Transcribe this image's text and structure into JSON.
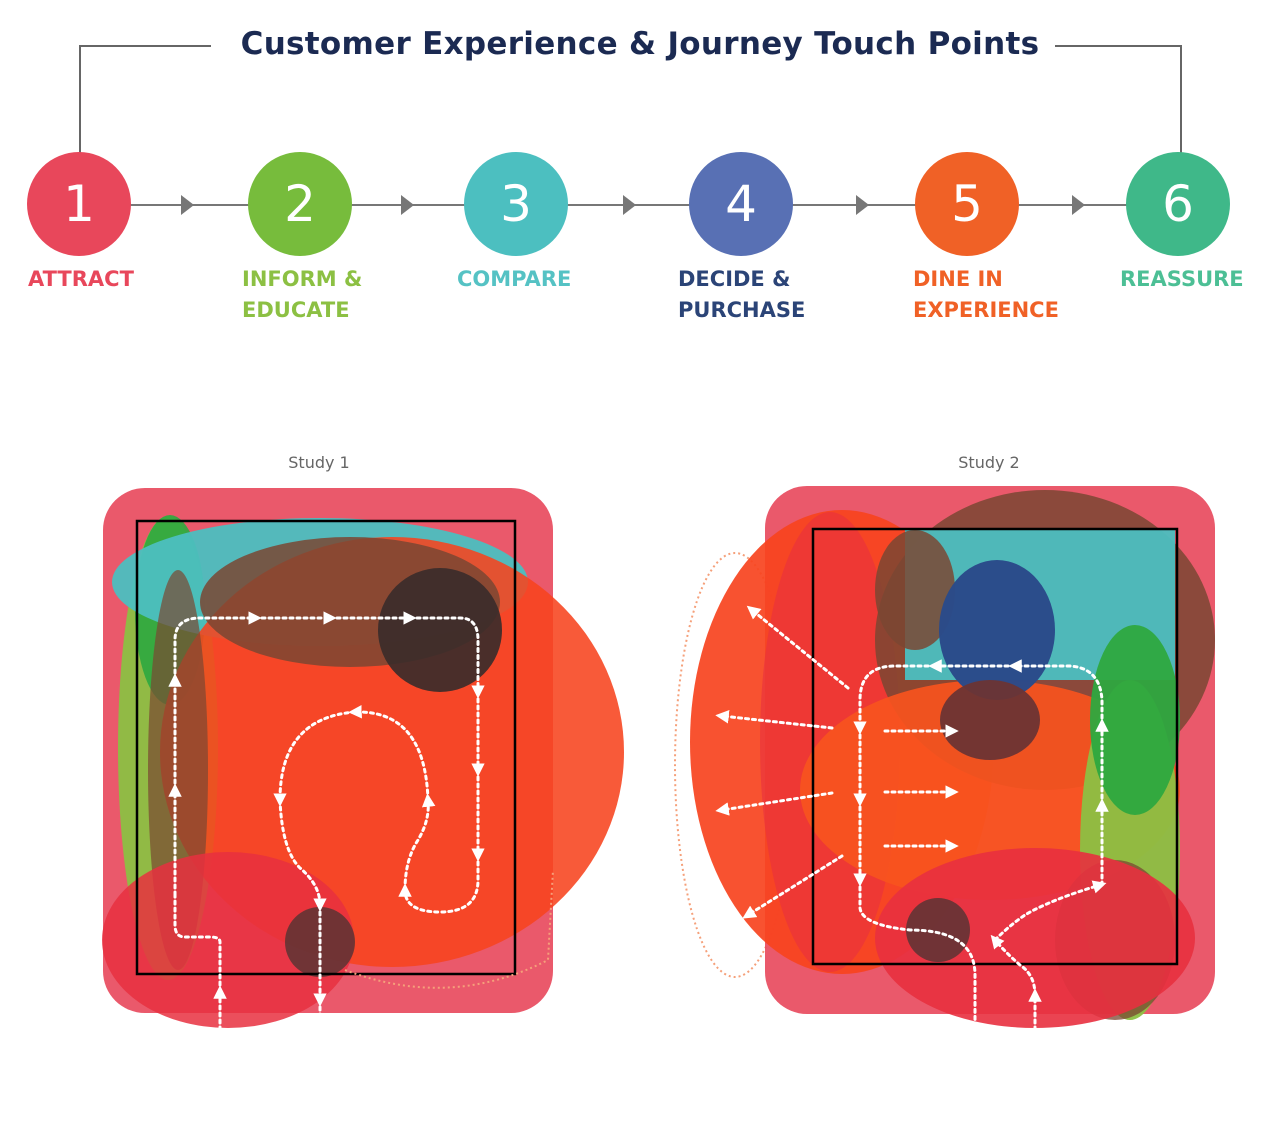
{
  "title": "Customer Experience & Journey Touch Points",
  "steps": [
    {
      "number": "1",
      "label": "ATTRACT",
      "color": "#e8475b"
    },
    {
      "number": "2",
      "label": "INFORM &\nEDUCATE",
      "color": "#77bc3c",
      "label_color": "#8cc043"
    },
    {
      "number": "3",
      "label": "COMPARE",
      "color": "#4cbfc0",
      "label_color": "#55c2c4"
    },
    {
      "number": "4",
      "label": "DECIDE &\nPURCHASE",
      "color": "#5870b4",
      "label_color": "#2b4477"
    },
    {
      "number": "5",
      "label": "DINE IN\nEXPERIENCE",
      "color": "#f06126"
    },
    {
      "number": "6",
      "label": "REASSURE",
      "color": "#3fb889",
      "label_color": "#4cbf95"
    }
  ],
  "studies": [
    {
      "label": "Study 1"
    },
    {
      "label": "Study 2"
    }
  ],
  "colors": {
    "title": "#1b2a52",
    "zone_red": "#e8475b",
    "zone_orange": "#f7541e",
    "zone_teal": "#4cbfc0",
    "zone_green": "#3cae3c",
    "zone_lime": "#8cc043",
    "zone_brown": "#7a4732",
    "zone_navy": "#2b4a8a"
  }
}
